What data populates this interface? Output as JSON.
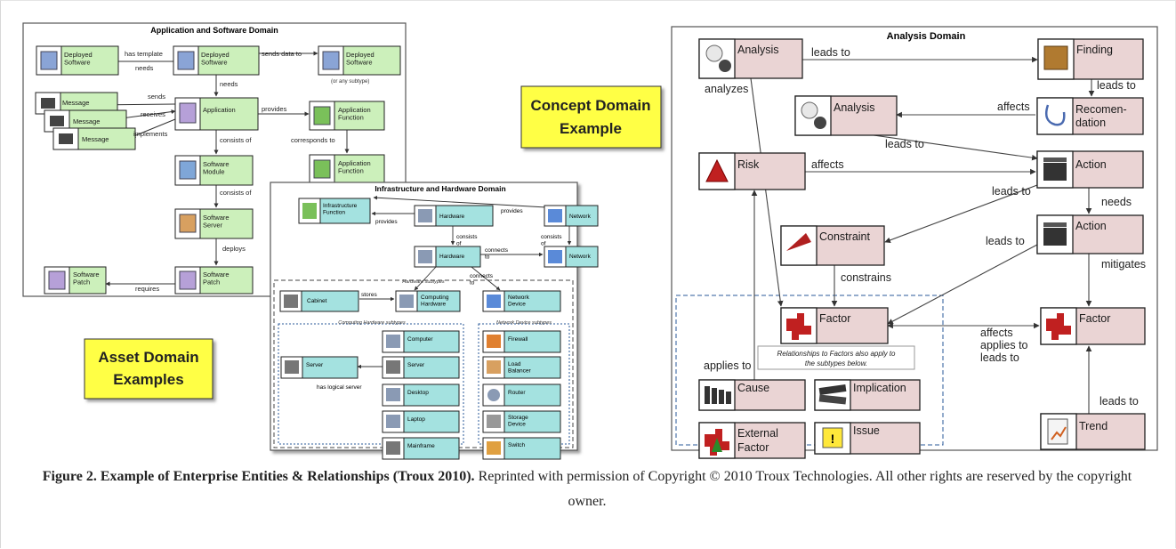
{
  "asset": {
    "title": "Application and Software Domain",
    "nodes": {
      "dep_sw_left": "Deployed Software",
      "dep_sw_center": "Deployed Software",
      "dep_sw_right": "Deployed Software",
      "dep_sw_right_note": "(or any subtype)",
      "message1": "Message",
      "message2": "Message",
      "message3": "Message",
      "application": "Application",
      "app_function1": "Application Function",
      "app_function2": "Application Function",
      "sw_module": "Software Module",
      "sw_server": "Software Server",
      "sw_patch_center": "Software Patch",
      "sw_patch_left": "Software Patch"
    },
    "relations": {
      "has_template": "has template",
      "needs_left": "needs",
      "sends_data_to": "sends data to",
      "needs_down": "needs",
      "sends": "sends",
      "receives": "receives",
      "implements": "implements",
      "provides": "provides",
      "consists_of1": "consists of",
      "corresponds_to": "corresponds to",
      "consists_of2": "consists of",
      "deploys": "deploys",
      "requires": "requires"
    }
  },
  "infra": {
    "title": "Infrastructure and Hardware Domain",
    "nodes": {
      "infra_function": "Infrastructure Function",
      "hardware1": "Hardware",
      "network1": "Network",
      "hardware2": "Hardware",
      "network2": "Network",
      "cabinet": "Cabinet",
      "computing_hw": "Computing Hardware",
      "network_device": "Network Device",
      "computer": "Computer",
      "server_sub": "Server",
      "server_left": "Server",
      "desktop": "Desktop",
      "laptop": "Laptop",
      "mainframe": "Mainframe",
      "firewall": "Firewall",
      "load_balancer": "Load Balancer",
      "router": "Router",
      "storage_device": "Storage Device",
      "switch": "Switch"
    },
    "relations": {
      "provides1": "provides",
      "provides2": "provides",
      "consists_of1": "consists of",
      "consists_of2": "consists of",
      "connects_to1": "connects to",
      "connects_to2": "connects to",
      "stores": "stores",
      "has_logical_server": "has logical server"
    },
    "groups": {
      "hardware_subtypes": "Hardware subtypes",
      "computing_subtypes": "Computing Hardware subtypes",
      "network_subtypes": "Network Device subtypes"
    }
  },
  "callouts": {
    "asset_line1": "Asset Domain",
    "asset_line2": "Examples",
    "concept_line1": "Concept Domain",
    "concept_line2": "Example"
  },
  "analysis": {
    "title": "Analysis Domain",
    "nodes": {
      "analysis_top": "Analysis",
      "finding": "Finding",
      "analysis_mid": "Analysis",
      "recommendation_line1": "Recomen-",
      "recommendation_line2": "dation",
      "risk": "Risk",
      "action1": "Action",
      "action2": "Action",
      "constraint": "Constraint",
      "factor_center": "Factor",
      "factor_right": "Factor",
      "cause": "Cause",
      "implication": "Implication",
      "external_line1": "External",
      "external_line2": "Factor",
      "issue": "Issue",
      "trend": "Trend"
    },
    "relations": {
      "leads_to_top": "leads to",
      "analyzes": "analyzes",
      "leads_to_finding": "leads to",
      "affects_rec": "affects",
      "leads_to_mid": "leads to",
      "affects_risk": "affects",
      "leads_to_action": "leads to",
      "needs": "needs",
      "leads_to_action2": "leads to",
      "constrains": "constrains",
      "mitigates": "mitigates",
      "affects_applies_leads_1": "affects",
      "affects_applies_leads_2": "applies to",
      "affects_applies_leads_3": "leads to",
      "applies_to": "applies to",
      "leads_to_trend": "leads to"
    },
    "note_line1": "Relationships to Factors also apply to",
    "note_line2": "the subtypes below."
  },
  "caption": {
    "bold": "Figure 2. Example of Enterprise Entities & Relationships (Troux 2010).",
    "normal": " Reprinted with permission of Copyright © 2010 Troux Technologies. All other rights are reserved by the copyright owner."
  },
  "colors": {
    "green_node": "#ccf0bb",
    "teal_node": "#a4e2e0",
    "pink_node": "#ead4d4",
    "callout_yellow": "#ffff44"
  }
}
